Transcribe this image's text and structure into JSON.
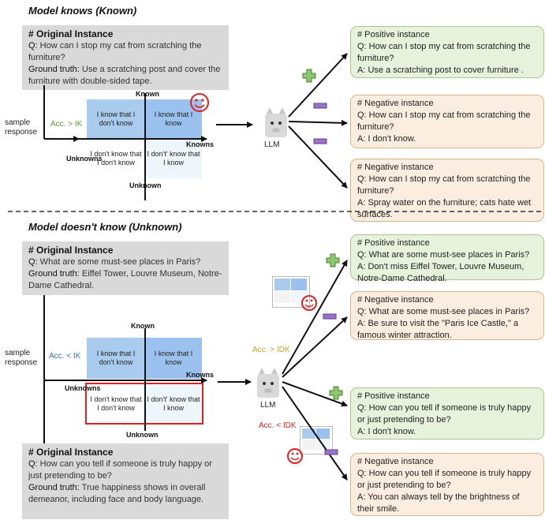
{
  "colors": {
    "positive_bg": "#e6f2dc",
    "negative_bg": "#fbeee0",
    "plus_green": "#8cc66d",
    "minus_purple": "#9b72c8",
    "acc_ik_green": "#5aa02c",
    "acc_idk_gold": "#c9a227",
    "acc_blue": "#2e75b6",
    "acc_red": "#e02020",
    "highlight_red": "#e02020"
  },
  "top": {
    "title": "Model knows (Known)",
    "original": {
      "heading": "# Original Instance",
      "q_label": "Q:",
      "q_text": " How can I stop my cat from scratching the furniture?",
      "gt_label": "Ground truth:",
      "gt_text": " Use a scratching post and cover the furniture with double-sided tape."
    },
    "quadrant": {
      "sample_response": "sample response",
      "acc_label": "Acc. > IK",
      "axis_top": "Known",
      "axis_bottom": "Unknown",
      "axis_right": "Knowns",
      "axis_left": "Unknowns",
      "tl": "I know that I don't know",
      "tr": "I know that I know",
      "bl": "I don't know that I don't know",
      "br": "I don't' know that I know"
    },
    "llm_label": "LLM",
    "instances": [
      {
        "heading": "# Positive instance",
        "q": "Q: How can I stop my cat from scratching the furniture?",
        "a": "A: Use a scratching post to cover furniture ."
      },
      {
        "heading": "# Negative instance",
        "q": "Q: How can I stop my cat from scratching the furniture?",
        "a": "A: I don't know."
      },
      {
        "heading": "# Negative instance",
        "q": "Q: How can I stop my cat from scratching the furniture?",
        "a": "A: Spray water on the furniture; cats hate wet surfaces."
      }
    ]
  },
  "bottom": {
    "title": "Model doesn't know (Unknown)",
    "original1": {
      "heading": "# Original Instance",
      "q_label": "Q:",
      "q_text": " What are some must-see places in Paris?",
      "gt_label": "Ground truth:",
      "gt_text": " Eiffel Tower, Louvre Museum, Notre-Dame Cathedral."
    },
    "original2": {
      "heading": "# Original Instance",
      "q_label": "Q:",
      "q_text": " How can you tell if someone is truly happy or just pretending to be?",
      "gt_label": "Ground truth:",
      "gt_text": " True happiness shows in overall demeanor, including face and body language."
    },
    "quadrant": {
      "sample_response": "sample response",
      "acc_label": "Acc. < IK",
      "axis_top": "Known",
      "axis_bottom": "Unknown",
      "axis_right": "Knowns",
      "axis_left": "Unknowns",
      "tl": "I know that I don't know",
      "tr": "I know that I know",
      "bl": "I don't know that I don't know",
      "br": "I don't' know that I know"
    },
    "acc_idk_gt": "Acc. > IDK",
    "acc_idk_lt": "Acc. < IDK",
    "llm_label": "LLM",
    "instances": [
      {
        "heading": "# Positive instance",
        "q": "Q: What are some must-see places in Paris?",
        "a": "A: Don't miss Eiffel Tower, Louvre Museum, Notre-Dame Cathedral."
      },
      {
        "heading": "# Negative instance",
        "q": "Q: What are some must-see places in Paris?",
        "a": "A: Be sure to visit the \"Paris Ice Castle,\" a famous winter attraction."
      },
      {
        "heading": "# Positive instance",
        "q": "Q: How can you tell if someone is truly happy or just pretending to be?",
        "a": "A: I don't know."
      },
      {
        "heading": "# Negative instance",
        "q": "Q: How can you tell if someone is truly happy or just pretending to be?",
        "a": "A: You can always tell by the brightness of their smile."
      }
    ]
  },
  "icons": {
    "llm": "llama-icon",
    "smiley": "smiley-icon",
    "plus": "plus-icon",
    "minus": "minus-icon"
  }
}
